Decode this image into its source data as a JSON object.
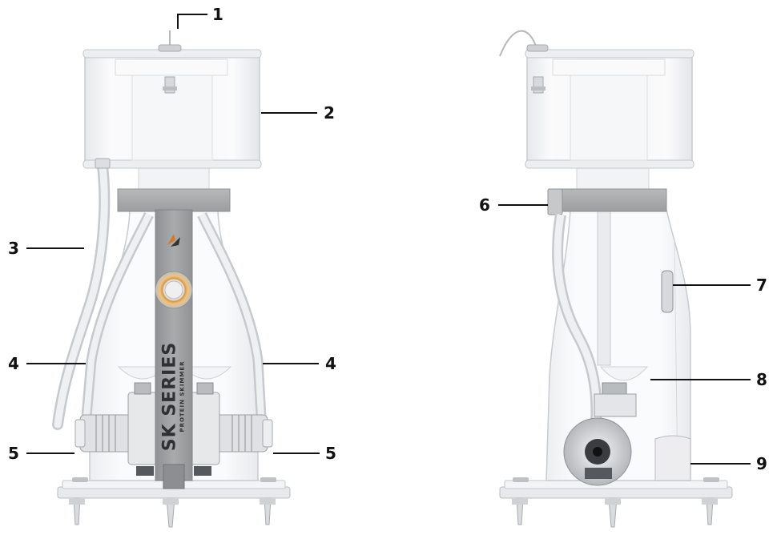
{
  "product": {
    "brand_line": "SK SERIES",
    "sub_line": "PROTEIN SKIMMER"
  },
  "callouts": {
    "c1": "1",
    "c2": "2",
    "c3": "3",
    "c4_left": "4",
    "c4_right": "4",
    "c5_left": "5",
    "c5_right": "5",
    "c6": "6",
    "c7": "7",
    "c8": "8",
    "c9": "9"
  },
  "colors": {
    "acrylic_stroke": "#c9ccd0",
    "acrylic_fill": "#f3f4f6",
    "collar": "#a8a9ab",
    "band": "#9fa1a3",
    "knob": "#d9a15c",
    "hose": "#e6e8ea"
  }
}
